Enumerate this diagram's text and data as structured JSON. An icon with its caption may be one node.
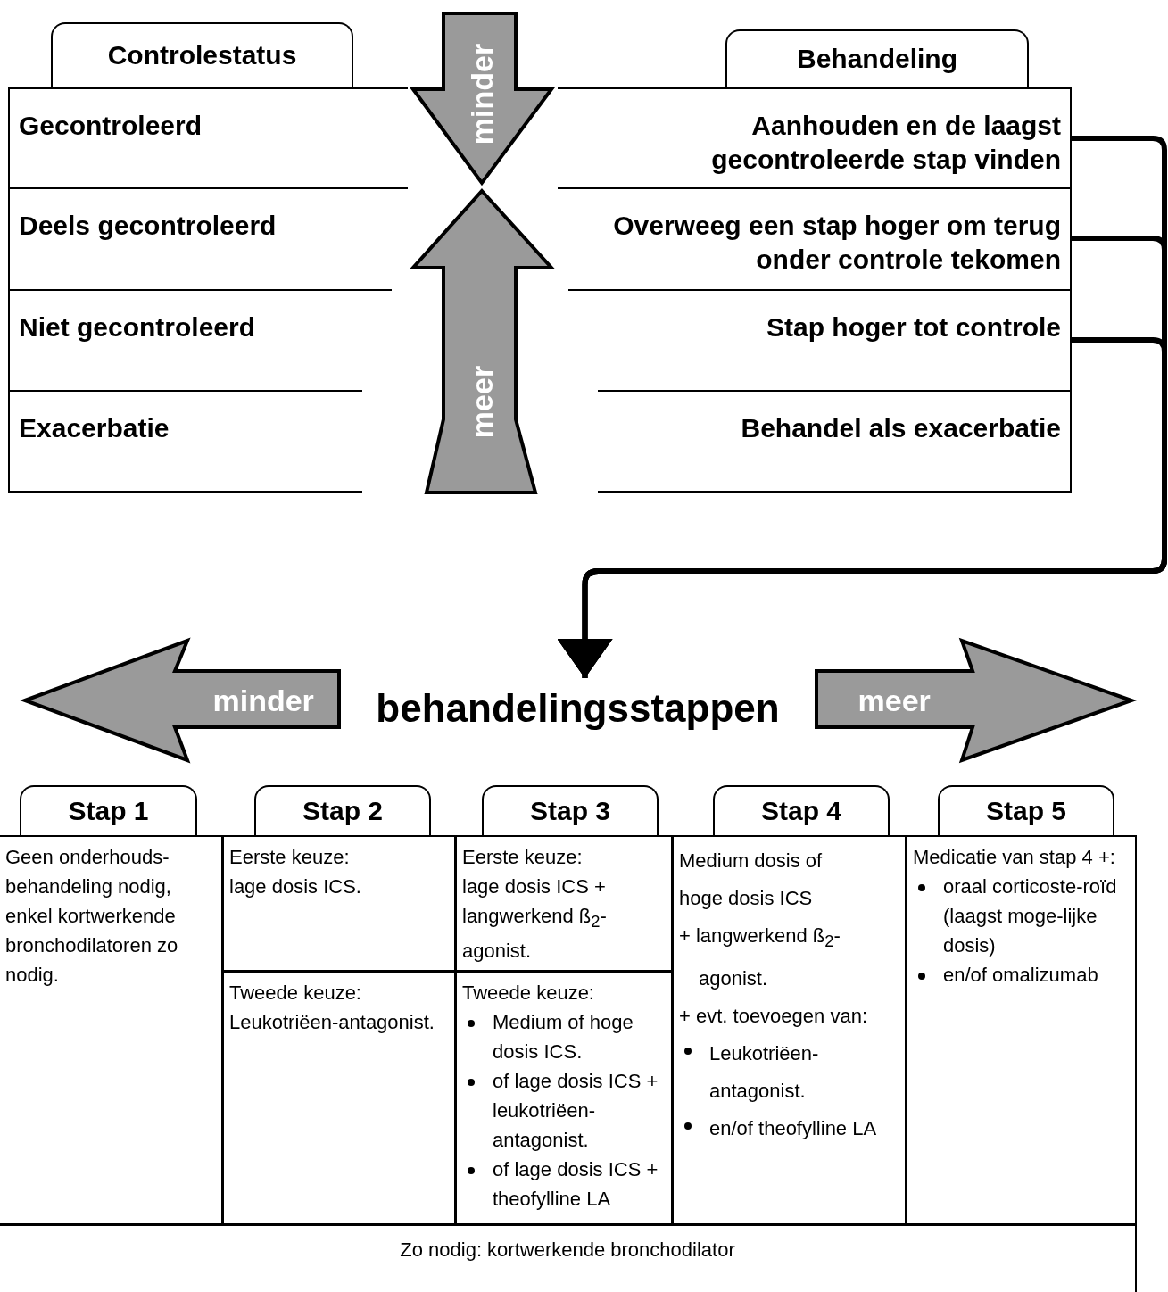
{
  "diagram": {
    "nodes": [
      {
        "text": [
          "Controlestatus"
        ]
      },
      {
        "text": [
          "Gecontroleerd"
        ]
      },
      {
        "text": [
          "Deels gecontroleerd"
        ]
      },
      {
        "text": [
          "Niet gecontroleerd"
        ]
      },
      {
        "text": [
          "Exacerbatie"
        ]
      },
      {
        "text": [
          "Behandeling"
        ]
      },
      {
        "text": [
          "Aanhouden en de laagst gecontroleerde stap vinden"
        ]
      },
      {
        "text": [
          "Overweeg een stap hoger om terug onder controle tekomen"
        ]
      },
      {
        "text": [
          "Stap hoger tot controle"
        ]
      },
      {
        "text": [
          "Behandel als exacerbatie"
        ]
      },
      {
        "text": [
          "behandelingsstappen"
        ]
      },
      {
        "text": [
          "Stap 1"
        ]
      },
      {
        "text": [
          "Stap 2"
        ]
      },
      {
        "text": [
          "Stap 3"
        ]
      },
      {
        "text": [
          "Stap 4"
        ]
      },
      {
        "text": [
          "Stap 5"
        ]
      },
      {
        "text": [
          "minder"
        ]
      },
      {
        "text": [
          "meer"
        ]
      },
      {
        "text": [
          "minder"
        ]
      },
      {
        "text": [
          "meer"
        ]
      }
    ],
    "edges": [
      {
        "from": 6,
        "to": 10,
        "arrow": "to"
      },
      {
        "from": 7,
        "to": 10,
        "arrow": "to"
      },
      {
        "from": 8,
        "to": 10,
        "arrow": "to"
      }
    ],
    "labels": [
      "Geen onderhouds-behandeling nodig, enkel kortwerkende bronchodilatoren zo nodig.",
      "Eerste keuze:",
      "lage dosis ICS.",
      "Eerste keuze:",
      "lage dosis ICS + langwerkend ß$_{2}$-agonist.",
      "Medium dosis of",
      "hoge dosis ICS",
      "+ langwerkend ß$_{2}$-agonist.",
      "+ evt. toevoegen van:",
      "Leukotriëen-antagonist.",
      "en/of theofylline LA",
      "Medicatie van stap 4 +:",
      "oraal corticoste-roïd (laagst moge-lijke dosis)",
      "en/of omalizumab",
      "Tweede keuze:",
      "Leukotriëen-antagonist.",
      "Tweede keuze:",
      "Medium of hoge dosis ICS.",
      "of lage dosis ICS + leukotriëen-antagonist.",
      "of lage dosis ICS + theofylline LA",
      "Zo nodig: kortwerkende bronchodilator"
    ]
  }
}
